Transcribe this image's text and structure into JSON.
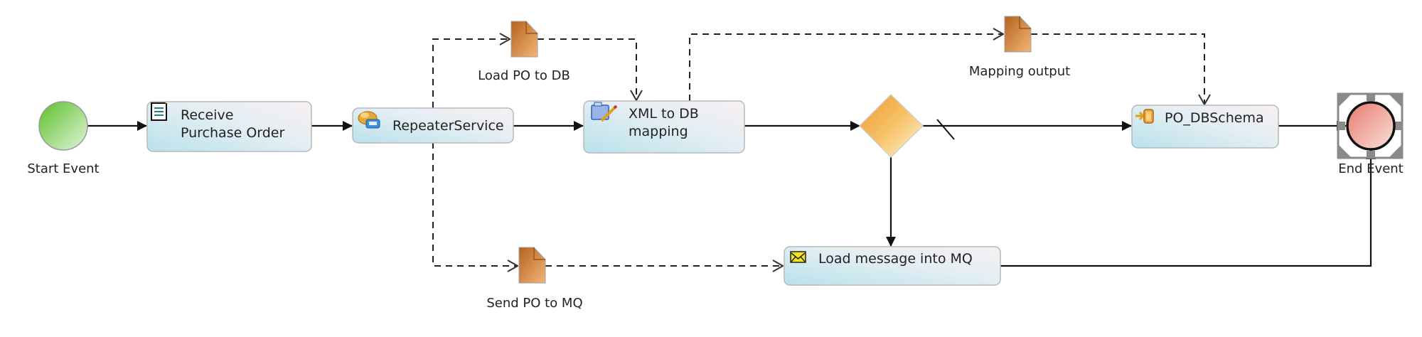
{
  "diagram": {
    "type": "BPMN process",
    "start_event": {
      "label": "Start Event"
    },
    "end_event": {
      "label": "End Event"
    },
    "tasks": {
      "receive": {
        "line1": "Receive",
        "line2": "Purchase Order",
        "icon": "document-icon"
      },
      "repeater": {
        "line1": "RepeaterService",
        "icon": "service-icon"
      },
      "xml_to_db": {
        "line1": "XML to DB",
        "line2": "mapping",
        "icon": "edit-mapping-icon"
      },
      "po_dbschema": {
        "line1": "PO_DBSchema",
        "icon": "database-input-icon"
      },
      "load_mq": {
        "line1": "Load message into MQ",
        "icon": "envelope-icon"
      }
    },
    "data_objects": {
      "load_po_db": {
        "label": "Load PO to DB"
      },
      "mapping_output": {
        "label": "Mapping output"
      },
      "send_po_mq": {
        "label": "Send PO to MQ"
      }
    },
    "gateway": {
      "kind": "exclusive"
    },
    "colors": {
      "task_gradient_start": "#bfe3ec",
      "task_gradient_end": "#f7eef2",
      "task_border": "#b8b8b8",
      "start_green": "#6cc33e",
      "end_red": "#ec8f86",
      "gateway_orange": "#f0a23a",
      "data_object": "#c9772e"
    }
  }
}
